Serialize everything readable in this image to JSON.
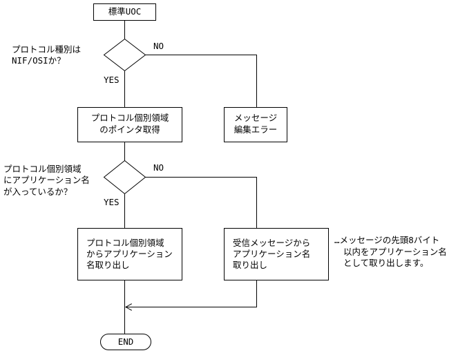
{
  "flowchart": {
    "start_label": "標準UOC",
    "decision1": {
      "question_line1": "プロトコル種別は",
      "question_line2": "NIF/OSIか？",
      "no_label": "NO",
      "yes_label": "YES"
    },
    "process_get_pointer": {
      "line1": "プロトコル個別領域",
      "line2": "のポインタ取得"
    },
    "process_error": {
      "line1": "メッセージ",
      "line2": "編集エラー"
    },
    "decision2": {
      "question_line1": "プロトコル個別領域",
      "question_line2": "にアプリケーション名",
      "question_line3": "が入っているか？",
      "no_label": "NO",
      "yes_label": "YES"
    },
    "process_from_area": {
      "line1": "プロトコル個別領域",
      "line2": "からアプリケーション",
      "line3": "名取り出し"
    },
    "process_from_message": {
      "line1": "受信メッセージから",
      "line2": "アプリケーション名",
      "line3": "取り出し"
    },
    "note": {
      "line1": "…メッセージの先頭8バイト",
      "line2": "以内をアプリケーション名",
      "line3": "として取り出します。"
    },
    "end_label": "END"
  }
}
